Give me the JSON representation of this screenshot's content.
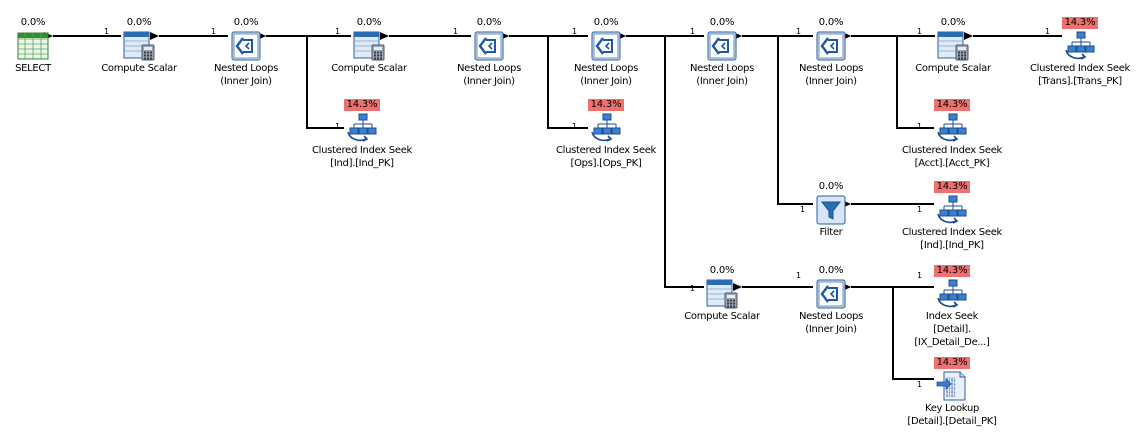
{
  "colors": {
    "cost_highlight": "#f07070",
    "arrow": "#000000"
  },
  "operators": [
    {
      "id": "select",
      "icon": "select-icon",
      "cost": "0.0%",
      "hot": false,
      "lines": [
        "SELECT"
      ]
    },
    {
      "id": "cs1",
      "icon": "compute-scalar-icon",
      "cost": "0.0%",
      "hot": false,
      "lines": [
        "Compute Scalar"
      ]
    },
    {
      "id": "nl1",
      "icon": "nested-loops-icon",
      "cost": "0.0%",
      "hot": false,
      "lines": [
        "Nested Loops",
        "(Inner Join)"
      ]
    },
    {
      "id": "cs2",
      "icon": "compute-scalar-icon",
      "cost": "0.0%",
      "hot": false,
      "lines": [
        "Compute Scalar"
      ]
    },
    {
      "id": "nl2",
      "icon": "nested-loops-icon",
      "cost": "0.0%",
      "hot": false,
      "lines": [
        "Nested Loops",
        "(Inner Join)"
      ]
    },
    {
      "id": "nl3",
      "icon": "nested-loops-icon",
      "cost": "0.0%",
      "hot": false,
      "lines": [
        "Nested Loops",
        "(Inner Join)"
      ]
    },
    {
      "id": "nl4",
      "icon": "nested-loops-icon",
      "cost": "0.0%",
      "hot": false,
      "lines": [
        "Nested Loops",
        "(Inner Join)"
      ]
    },
    {
      "id": "nl5",
      "icon": "nested-loops-icon",
      "cost": "0.0%",
      "hot": false,
      "lines": [
        "Nested Loops",
        "(Inner Join)"
      ]
    },
    {
      "id": "cs3",
      "icon": "compute-scalar-icon",
      "cost": "0.0%",
      "hot": false,
      "lines": [
        "Compute Scalar"
      ]
    },
    {
      "id": "cis_trans",
      "icon": "index-seek-icon",
      "cost": "14.3%",
      "hot": true,
      "lines": [
        "Clustered Index Seek",
        "[Trans].[Trans_PK]"
      ]
    },
    {
      "id": "cis_ind1",
      "icon": "index-seek-icon",
      "cost": "14.3%",
      "hot": true,
      "lines": [
        "Clustered Index Seek",
        "[Ind].[Ind_PK]"
      ]
    },
    {
      "id": "cis_ops",
      "icon": "index-seek-icon",
      "cost": "14.3%",
      "hot": true,
      "lines": [
        "Clustered Index Seek",
        "[Ops].[Ops_PK]"
      ]
    },
    {
      "id": "cis_acct",
      "icon": "index-seek-icon",
      "cost": "14.3%",
      "hot": true,
      "lines": [
        "Clustered Index Seek",
        "[Acct].[Acct_PK]"
      ]
    },
    {
      "id": "filter",
      "icon": "filter-icon",
      "cost": "0.0%",
      "hot": false,
      "lines": [
        "Filter"
      ]
    },
    {
      "id": "cis_ind2",
      "icon": "index-seek-icon",
      "cost": "14.3%",
      "hot": true,
      "lines": [
        "Clustered Index Seek",
        "[Ind].[Ind_PK]"
      ]
    },
    {
      "id": "cs4",
      "icon": "compute-scalar-icon",
      "cost": "0.0%",
      "hot": false,
      "lines": [
        "Compute Scalar"
      ]
    },
    {
      "id": "nl6",
      "icon": "nested-loops-icon",
      "cost": "0.0%",
      "hot": false,
      "lines": [
        "Nested Loops",
        "(Inner Join)"
      ]
    },
    {
      "id": "is_detail",
      "icon": "index-seek-icon",
      "cost": "14.3%",
      "hot": true,
      "lines": [
        "Index Seek",
        "[Detail].",
        "[IX_Detail_De...]"
      ]
    },
    {
      "id": "kl_detail",
      "icon": "key-lookup-icon",
      "cost": "14.3%",
      "hot": true,
      "lines": [
        "Key Lookup",
        "[Detail].[Detail_PK]"
      ]
    }
  ],
  "row_label": "1"
}
